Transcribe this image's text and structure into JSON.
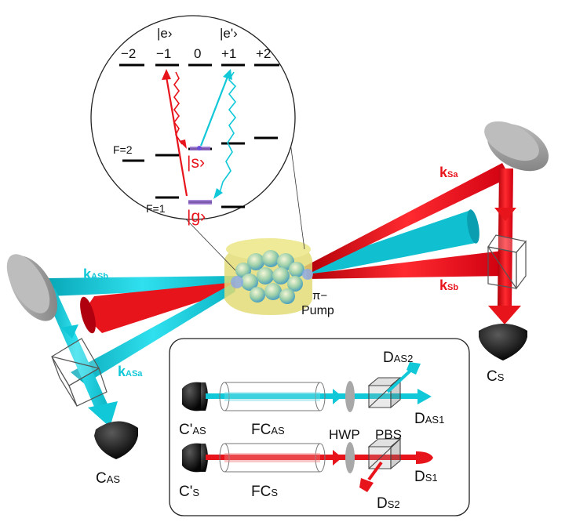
{
  "inset": {
    "state_e": "|e›",
    "state_e_prime": "|e'›",
    "state_s": "|s›",
    "state_g": "|g›",
    "m_levels": [
      "−2",
      "−1",
      "0",
      "+1",
      "+2"
    ],
    "f2_label": "F=2",
    "f1_label": "F=1"
  },
  "beams": {
    "k_sa": {
      "main": "k",
      "sub": "Sa"
    },
    "k_sb": {
      "main": "k",
      "sub": "Sb"
    },
    "k_asa": {
      "main": "k",
      "sub": "ASa"
    },
    "k_asb": {
      "main": "k",
      "sub": "ASb"
    }
  },
  "pump": {
    "line1": "π−",
    "line2": "Pump"
  },
  "detectors": {
    "c_s": {
      "main": "C",
      "sub": "S"
    },
    "c_as": {
      "main": "C",
      "sub": "AS"
    }
  },
  "box": {
    "c_prime_as": {
      "main": "C'",
      "sub": "AS"
    },
    "fc_as": {
      "main": "FC",
      "sub": "AS"
    },
    "d_as1": {
      "main": "D",
      "sub": "AS1"
    },
    "d_as2": {
      "main": "D",
      "sub": "AS2"
    },
    "hwp": "HWP",
    "pbs": "PBS",
    "c_prime_s": {
      "main": "C'",
      "sub": "S"
    },
    "fc_s": {
      "main": "FC",
      "sub": "S"
    },
    "d_s1": {
      "main": "D",
      "sub": "S1"
    },
    "d_s2": {
      "main": "D",
      "sub": "S2"
    }
  },
  "colors": {
    "red": "#e8141c",
    "cyan": "#10c8d8",
    "gray": "#9a9a9a",
    "yellow": "#e8e070",
    "detector": "#1a1a1a",
    "purple": "#9a6fd8"
  }
}
